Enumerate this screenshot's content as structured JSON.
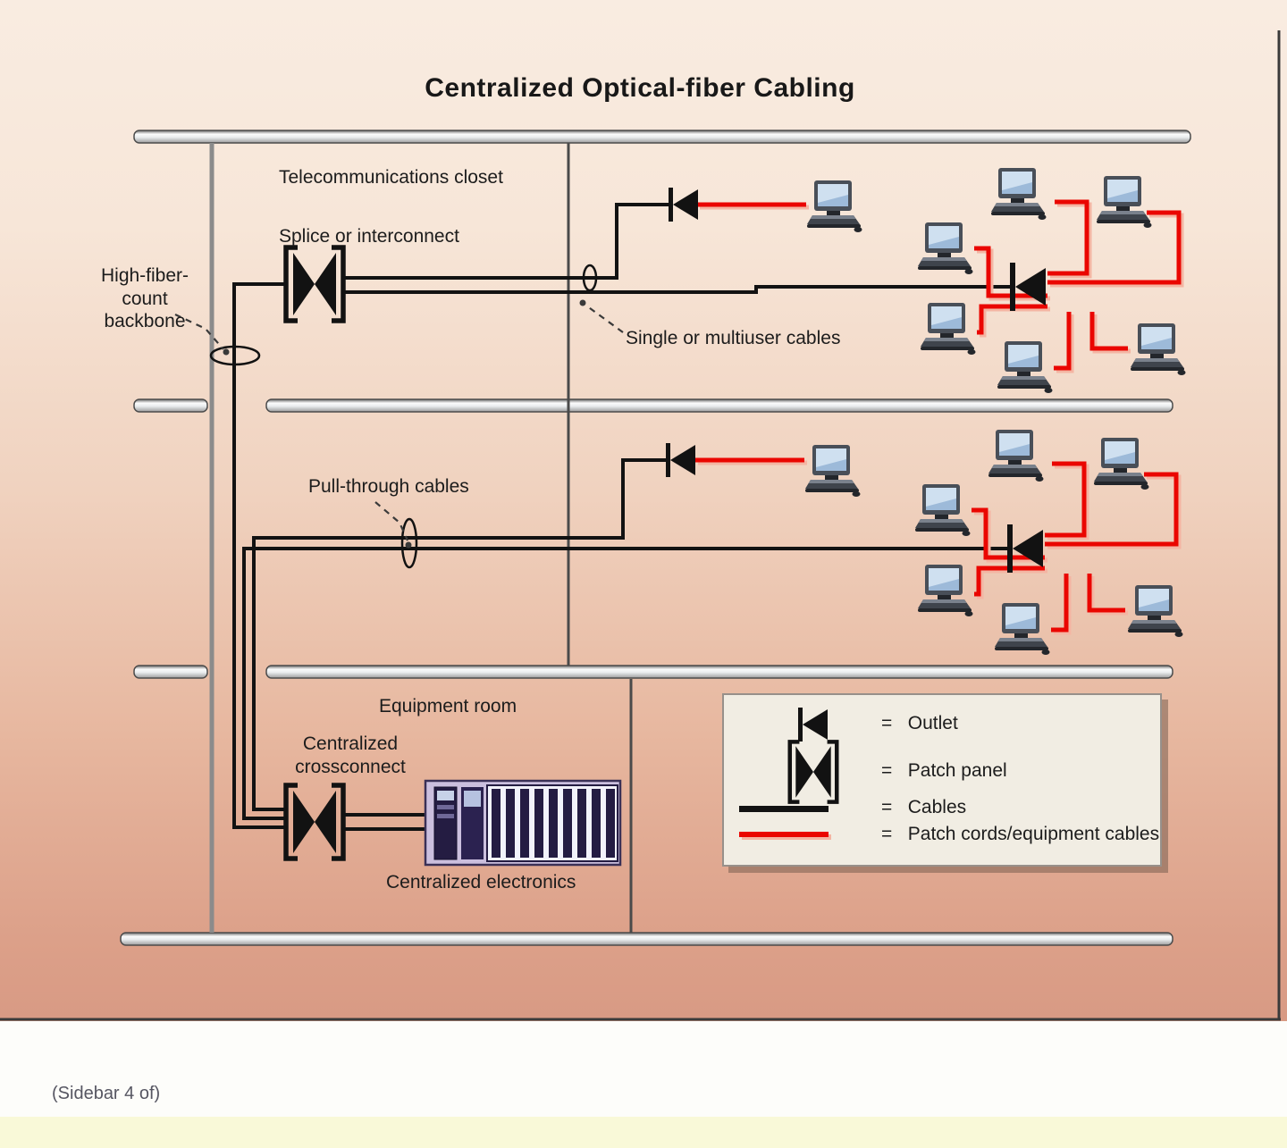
{
  "title": "Centralized Optical-fiber Cabling",
  "labels": {
    "telecom_closet": "Telecommunications closet",
    "splice": "Splice or interconnect",
    "backbone": "High-fiber-\ncount\nbackbone",
    "multiuser": "Single or multiuser cables",
    "pull_through": "Pull-through cables",
    "equipment_room": "Equipment room",
    "crossconnect": "Centralized\ncrossconnect",
    "electronics": "Centralized electronics"
  },
  "legend": {
    "items": [
      {
        "icon": "outlet-icon",
        "label": "=   Outlet"
      },
      {
        "icon": "patch-panel-icon",
        "label": "=   Patch panel"
      },
      {
        "icon": "cable-line-icon",
        "label": "=   Cables"
      },
      {
        "icon": "patch-cord-line-icon",
        "label": "=   Patch cords/equipment cables"
      }
    ]
  },
  "caption": "(Sidebar 4 of)",
  "colors": {
    "cable": "#121212",
    "patch_cord": "#ea0600",
    "background_top": "#f9ece1",
    "background_bottom": "#d89a84",
    "legend_background": "#f1ede3",
    "footer_strip": "#f9f9d8"
  }
}
